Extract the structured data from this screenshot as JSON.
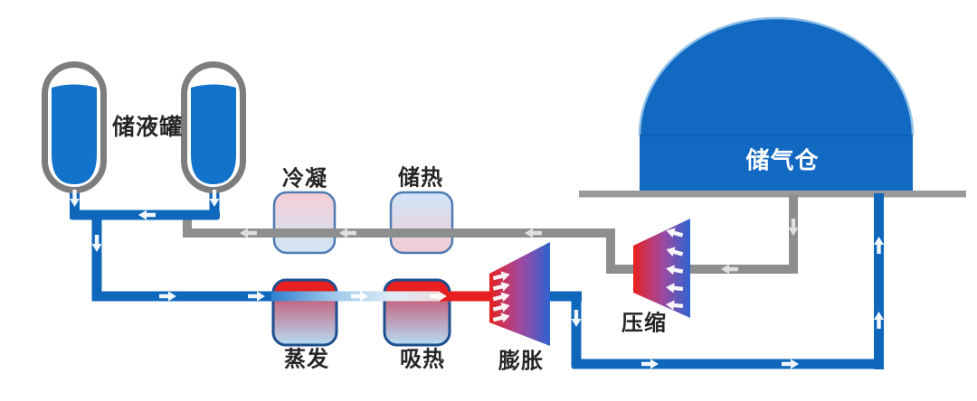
{
  "labels": {
    "liquid_tanks": "储液罐",
    "condenser": "冷凝",
    "heat_store": "储热",
    "evaporator": "蒸发",
    "heat_absorber": "吸热",
    "expander": "膨胀",
    "compressor": "压缩",
    "gas_store": "储气仓"
  },
  "components": [
    {
      "id": "liquid-tanks",
      "label": "储液罐",
      "type": "storage-tank-pair"
    },
    {
      "id": "condenser",
      "label": "冷凝",
      "type": "heat-exchanger-box"
    },
    {
      "id": "heat-store",
      "label": "储热",
      "type": "heat-exchanger-box"
    },
    {
      "id": "evaporator",
      "label": "蒸发",
      "type": "heat-exchanger-box"
    },
    {
      "id": "heat-absorber",
      "label": "吸热",
      "type": "heat-exchanger-box"
    },
    {
      "id": "expander",
      "label": "膨胀",
      "type": "turbine-trapezoid"
    },
    {
      "id": "compressor",
      "label": "压缩",
      "type": "turbine-trapezoid"
    },
    {
      "id": "gas-store",
      "label": "储气仓",
      "type": "underground-dome"
    }
  ],
  "flows": [
    {
      "name": "gray-line",
      "color_key": "pipe_gray",
      "route": "储气仓 → 压缩 → 储热 → 冷凝 → 储液罐"
    },
    {
      "name": "blue-line",
      "color_key": "pipe_blue",
      "route": "储液罐 → 蒸发 → 吸热 → 膨胀 → 储气仓"
    }
  ],
  "colors": {
    "tank_blue": "#1273cc",
    "dome_blue": "#1169c1",
    "pipe_blue": "#0f67bb",
    "pipe_gray": "#8d8e90",
    "ground_gray": "#9a9a9a",
    "hot_red": "#e71f1f",
    "warm_pink": "#f6cdd4",
    "cool_light_blue": "#cfe6f8"
  }
}
